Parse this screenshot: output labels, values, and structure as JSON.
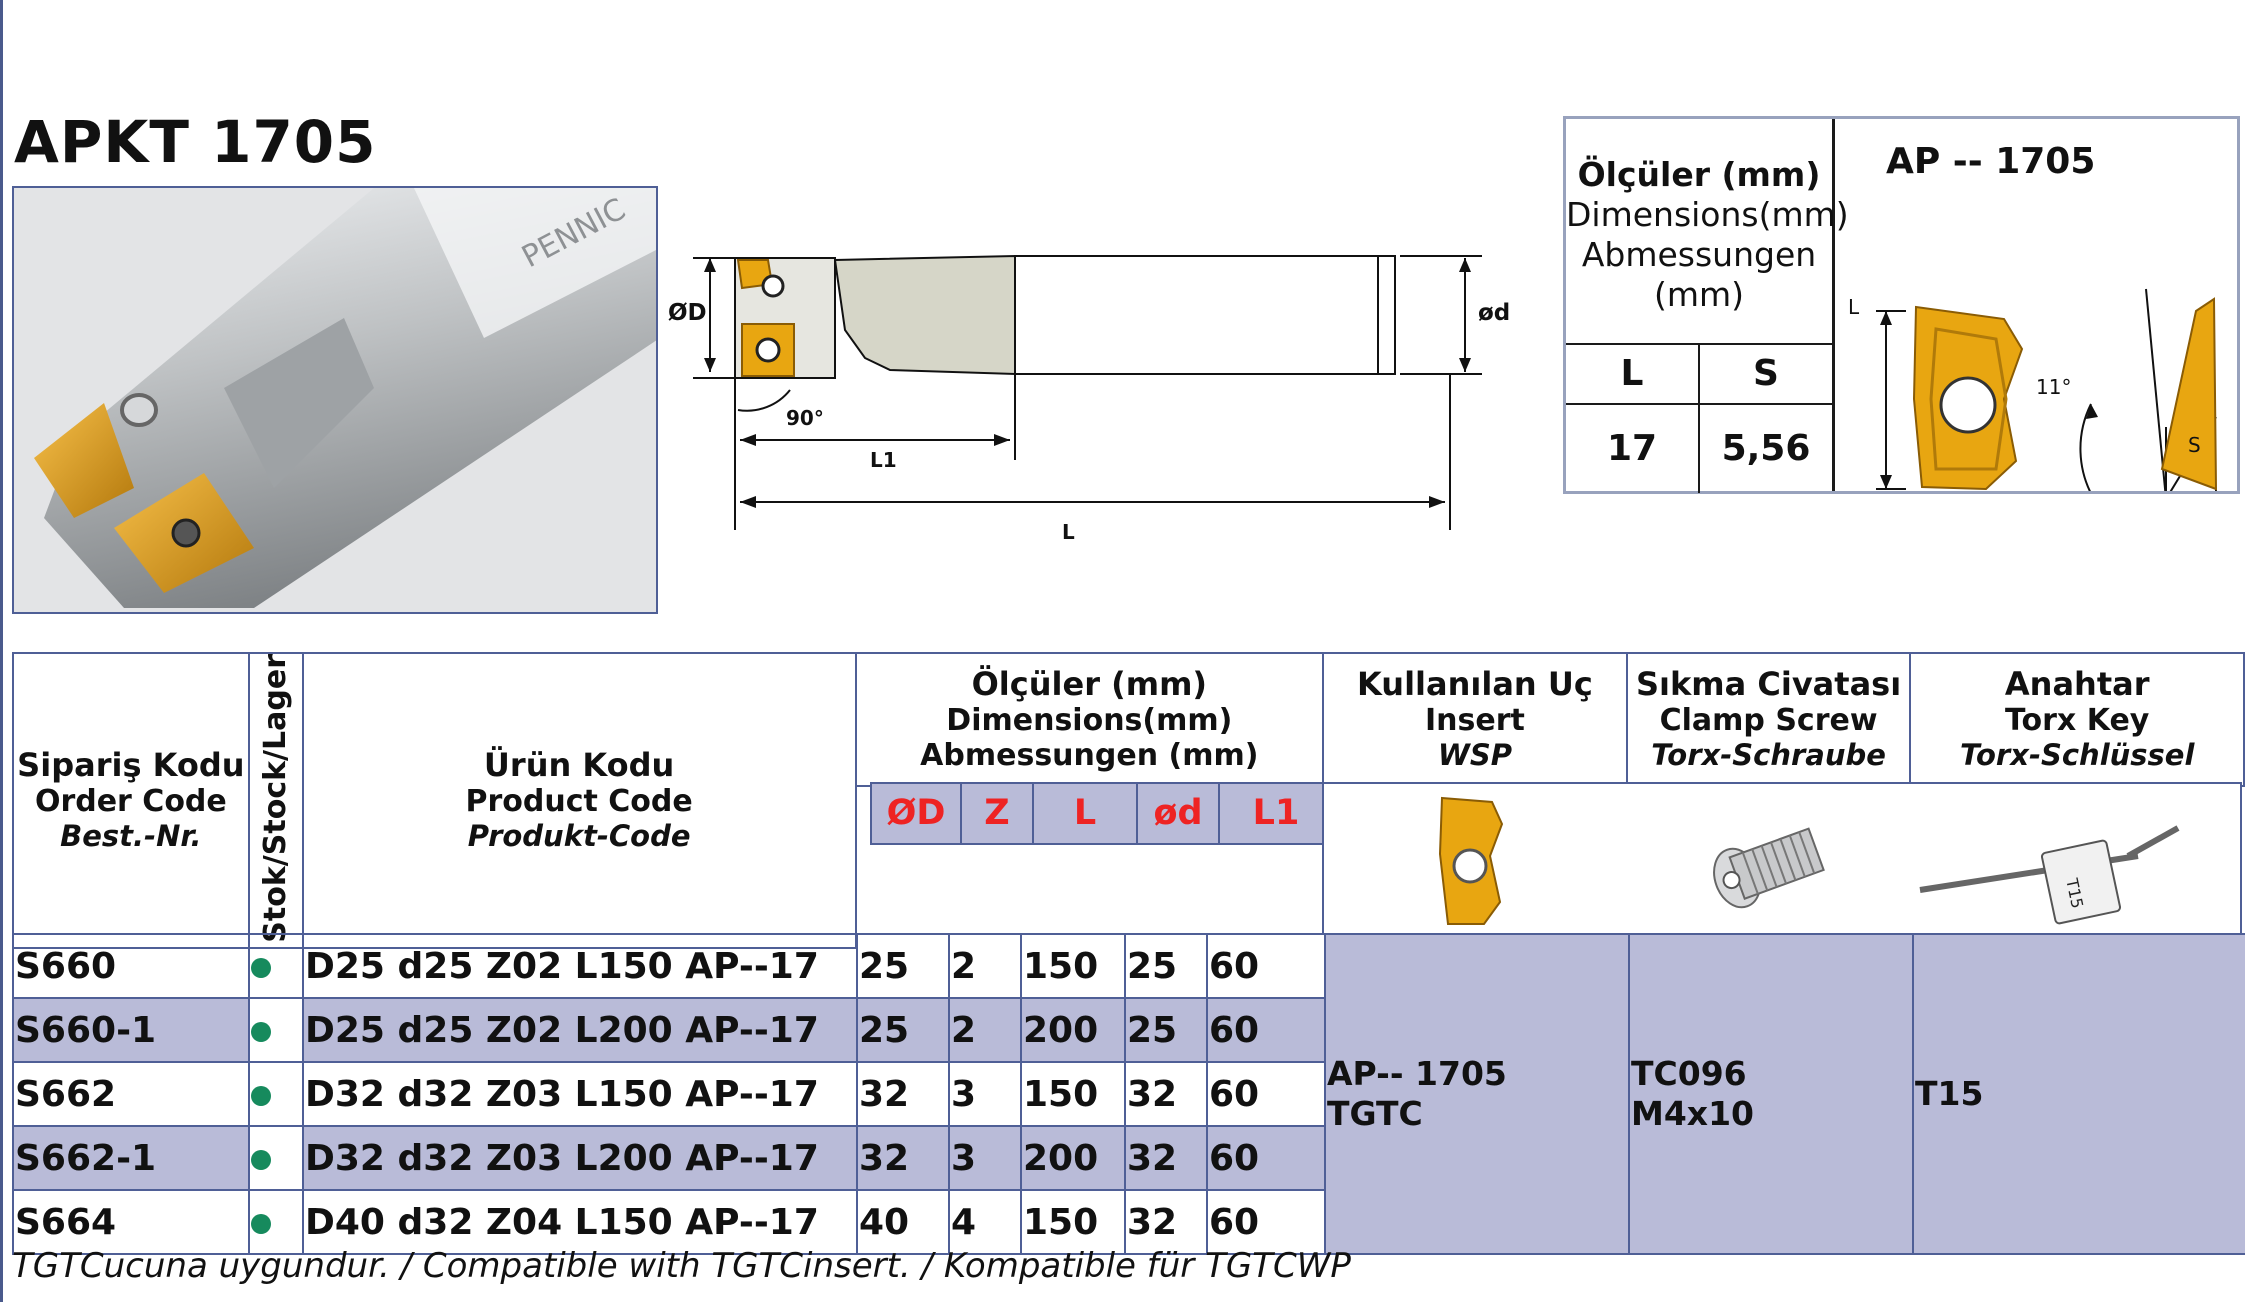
{
  "title": "APKT 1705",
  "drawing": {
    "label_D": "ØD",
    "label_d": "ød",
    "label_angle": "90°",
    "label_L1": "L1",
    "label_L": "L"
  },
  "dimensions_box": {
    "heading_tr": "Ölçüler (mm)",
    "heading_en": "Dimensions(mm)",
    "heading_de": "Abmessungen",
    "heading_de2": "(mm)",
    "col_L": "L",
    "col_S": "S",
    "val_L": "17",
    "val_S": "5,56",
    "insert_title": "AP -- 1705",
    "insert_label_L": "L",
    "insert_angle": "11°",
    "insert_label_S": "S"
  },
  "table": {
    "order_code": {
      "tr": "Sipariş Kodu",
      "en": "Order Code",
      "de": "Best.-Nr."
    },
    "stock": "Stok/Stock/Lager",
    "product_code": {
      "tr": "Ürün Kodu",
      "en": "Product Code",
      "de": "Produkt-Code"
    },
    "dimensions": {
      "tr": "Ölçüler (mm)",
      "en": "Dimensions(mm)",
      "de": "Abmessungen (mm)"
    },
    "insert": {
      "tr": "Kullanılan Uç",
      "en": "Insert",
      "de": "WSP"
    },
    "clamp_screw": {
      "tr": "Sıkma Civatası",
      "en": "Clamp Screw",
      "de": "Torx-Schraube"
    },
    "key": {
      "tr": "Anahtar",
      "en": "Torx Key",
      "de": "Torx-Schlüssel"
    },
    "dim_columns": [
      "ØD",
      "Z",
      "L",
      "ød",
      "L1"
    ],
    "key_tag_text": "T15",
    "rows": [
      {
        "order": "S660",
        "product": "D25 d25 Z02 L150 AP--17",
        "D": "25",
        "Z": "2",
        "L": "150",
        "d": "25",
        "L1": "60"
      },
      {
        "order": "S660-1",
        "product": "D25 d25 Z02 L200 AP--17",
        "D": "25",
        "Z": "2",
        "L": "200",
        "d": "25",
        "L1": "60"
      },
      {
        "order": "S662",
        "product": "D32 d32 Z03 L150 AP--17",
        "D": "32",
        "Z": "3",
        "L": "150",
        "d": "32",
        "L1": "60"
      },
      {
        "order": "S662-1",
        "product": "D32 d32 Z03 L200 AP--17",
        "D": "32",
        "Z": "3",
        "L": "200",
        "d": "32",
        "L1": "60"
      },
      {
        "order": "S664",
        "product": "D40 d32 Z04 L150 AP--17",
        "D": "40",
        "Z": "4",
        "L": "150",
        "d": "32",
        "L1": "60"
      }
    ],
    "insert_value_1": "AP-- 1705",
    "insert_value_2": "TGTC",
    "screw_value_1": "TC096",
    "screw_value_2": "M4x10",
    "key_value": "T15"
  },
  "footnote": "TGTCucuna uygundur. / Compatible with TGTCinsert. / Kompatible für TGTCWP",
  "colors": {
    "frame": "#4f5f96",
    "shade": "#b9bbd8",
    "accent_red": "#ee2323",
    "insert_gold": "#e8a611",
    "stock_dot": "#168a5d"
  }
}
